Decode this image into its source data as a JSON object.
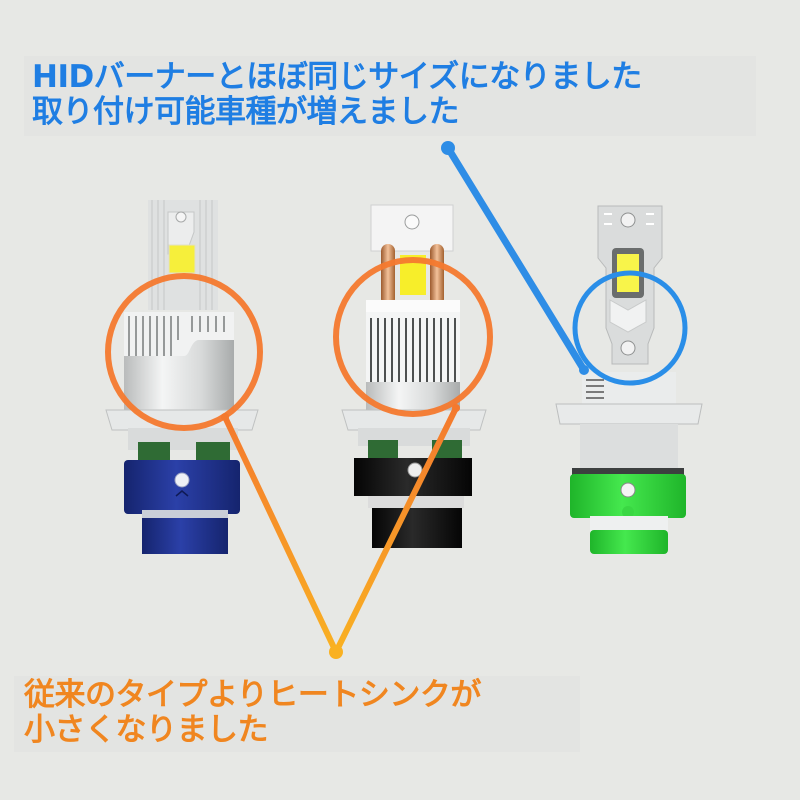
{
  "captions": {
    "top": {
      "lines": [
        "HIDバーナーとほぼ同じサイズになりました",
        "取り付け可能車種が増えました"
      ],
      "color": "#1f7ee3"
    },
    "bottom": {
      "lines": [
        "従来のタイプよりヒートシンクが",
        "小さくなりました"
      ],
      "color": "#f08620"
    }
  },
  "products": [
    {
      "name": "conventional-led-bulb-blue-base",
      "base_color": "#1d2f8a",
      "highlight": "orange-circle"
    },
    {
      "name": "conventional-led-bulb-black-base",
      "base_color": "#151515",
      "highlight": "orange-circle"
    },
    {
      "name": "compact-led-bulb-green-base",
      "base_color": "#2fd43a",
      "highlight": "blue-circle"
    }
  ],
  "colors": {
    "background": "#e7e8e5",
    "accent_blue": "#2e8de6",
    "accent_orange": "#f4792e",
    "accent_yellow_orange": "#f9a825"
  }
}
